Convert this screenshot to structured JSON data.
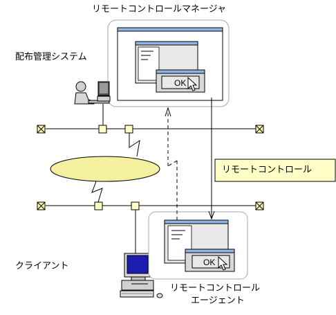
{
  "labels": {
    "manager_title": "リモートコントロールマネージャ",
    "distribution_system": "配布管理システム",
    "remote_control_box": "リモートコントロール",
    "client": "クライアント",
    "agent_line1": "リモートコントロール",
    "agent_line2": "エージェント"
  },
  "dialogs": {
    "manager_ok": "OK",
    "agent_ok": "OK"
  },
  "colors": {
    "panel_border": "#a8a8a8",
    "titlebar": "#8fb4e8",
    "remote_box_fill": "#ffffc8",
    "ellipse_fill": "#f5f0a0",
    "node_fill": "#ffffc8",
    "terminator_fill": "#ffffb0",
    "monitor_screen": "#1c1cb0"
  }
}
